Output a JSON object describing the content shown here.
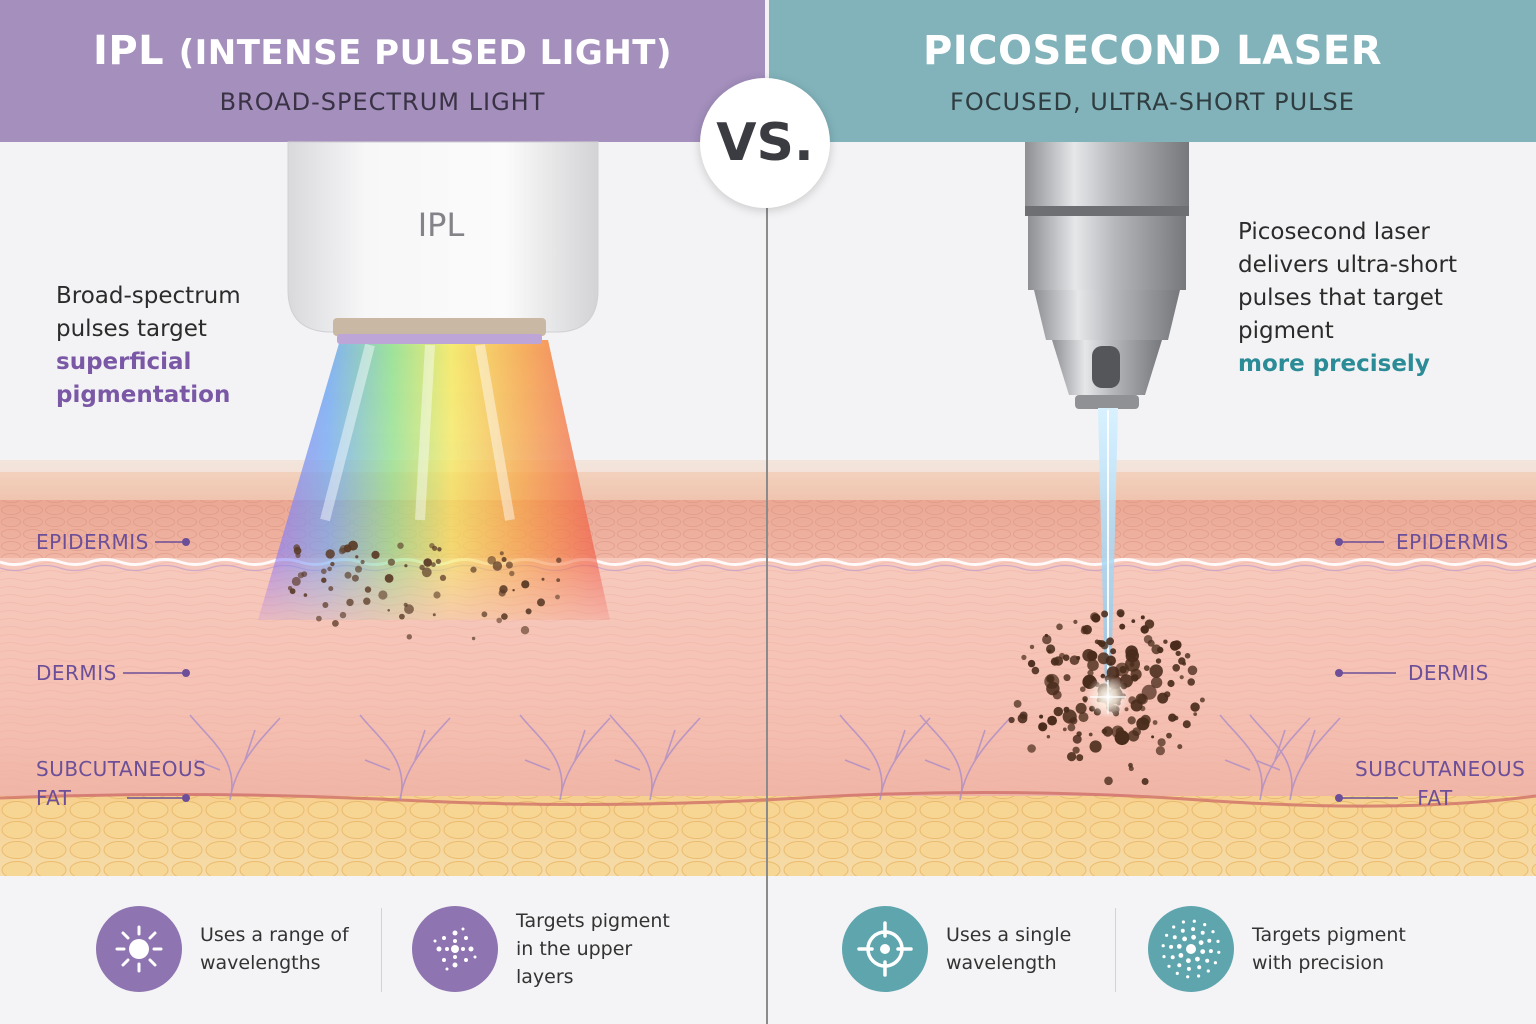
{
  "left": {
    "title_main": "IPL",
    "title_paren": "(INTENSE PULSED LIGHT)",
    "subtitle": "BROAD-SPECTRUM LIGHT",
    "device_label": "IPL",
    "desc_line1": "Broad-spectrum",
    "desc_line2": "pulses target",
    "desc_hl1": "superficial",
    "desc_hl2": "pigmentation",
    "features": [
      {
        "text": "Uses a range of wavelengths",
        "icon": "sun-icon"
      },
      {
        "text": "Targets pigment in the upper layers",
        "icon": "dispersed-dots-icon"
      }
    ]
  },
  "right": {
    "title": "PICOSECOND LASER",
    "subtitle": "FOCUSED, ULTRA-SHORT PULSE",
    "desc_lines": [
      "Picosecond laser",
      "delivers ultra-short",
      "pulses that target",
      "pigment"
    ],
    "desc_hl": "more precisely",
    "features": [
      {
        "text": "Uses a single wavelength",
        "icon": "crosshair-icon"
      },
      {
        "text": "Targets pigment with precision",
        "icon": "radial-dots-icon"
      }
    ]
  },
  "vs": "VS.",
  "layers": {
    "epidermis": "EPIDERMIS",
    "dermis": "DERMIS",
    "subcutaneous_1": "SUBCUTANEOUS",
    "subcutaneous_2": "FAT"
  },
  "colors": {
    "left_accent": "#a48fbd",
    "right_accent": "#82b3bb",
    "label_purple": "#6c4f98",
    "highlight_purple": "#7a58a6",
    "highlight_teal": "#2b8b96"
  }
}
